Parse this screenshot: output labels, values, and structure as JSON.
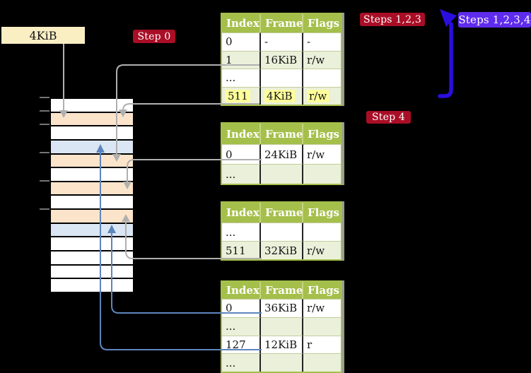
{
  "labels": {
    "mem_size_label": "4KiB"
  },
  "badges": {
    "step0": "Step 0",
    "steps123": "Steps 1,2,3",
    "step4": "Step 4",
    "steps1234": "Steps 1,2,3,4"
  },
  "memory": {
    "rows": [
      "white",
      "peach",
      "white",
      "blue",
      "peach",
      "white",
      "peach",
      "white",
      "peach",
      "blue",
      "white",
      "white",
      "white",
      "white"
    ]
  },
  "tables": [
    {
      "id": "table-1",
      "columns": [
        "Index",
        "Frame",
        "Flags"
      ],
      "rows": [
        {
          "cells": [
            "0",
            "-",
            "-"
          ]
        },
        {
          "cells": [
            "1",
            "16KiB",
            "r/w"
          ],
          "shaded": true
        },
        {
          "cells": [
            "...",
            "",
            ""
          ]
        },
        {
          "cells": [
            "511",
            "4KiB",
            "r/w"
          ],
          "shaded": true,
          "highlighted": true
        }
      ]
    },
    {
      "id": "table-2",
      "columns": [
        "Index",
        "Frame",
        "Flags"
      ],
      "rows": [
        {
          "cells": [
            "0",
            "24KiB",
            "r/w"
          ]
        },
        {
          "cells": [
            "...",
            "",
            ""
          ],
          "shaded": true
        }
      ]
    },
    {
      "id": "table-3",
      "columns": [
        "Index",
        "Frame",
        "Flags"
      ],
      "rows": [
        {
          "cells": [
            "...",
            "",
            ""
          ]
        },
        {
          "cells": [
            "511",
            "32KiB",
            "r/w"
          ],
          "shaded": true
        }
      ]
    },
    {
      "id": "table-4",
      "columns": [
        "Index",
        "Frame",
        "Flags"
      ],
      "rows": [
        {
          "cells": [
            "0",
            "36KiB",
            "r/w"
          ]
        },
        {
          "cells": [
            "...",
            "",
            ""
          ],
          "shaded": true
        },
        {
          "cells": [
            "127",
            "12KiB",
            "r"
          ]
        },
        {
          "cells": [
            "...",
            "",
            ""
          ],
          "shaded": true
        }
      ]
    }
  ],
  "colors": {
    "page_bg": "#000000",
    "table_header_green": "#A5BF4B",
    "table_row_green": "#EBF0DA",
    "highlight_yellow": "#FFFF9B",
    "memory_peach": "#FCE4CB",
    "memory_blue": "#DAE6F3",
    "label_cream": "#FAEEC3",
    "badge_red": "#A90E26",
    "badge_violet": "#5F2CEE",
    "arrow_blue": "#2A0EE0",
    "arrow_steel": "#5D85BD",
    "arrow_gray": "#B0B0B0"
  }
}
